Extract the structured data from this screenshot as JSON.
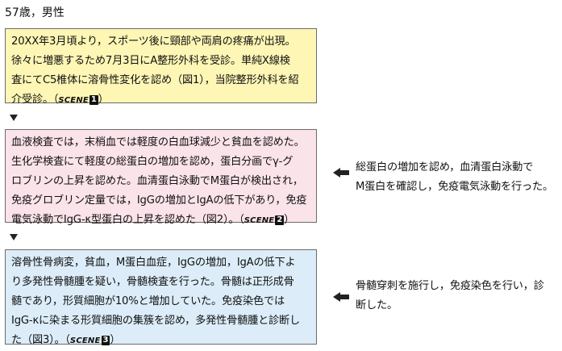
{
  "header": {
    "patient": "57歳，男性"
  },
  "colors": {
    "box1": "#fdf6b5",
    "box2": "#fbe3ea",
    "box3": "#dcedf9"
  },
  "boxes": [
    {
      "lines": [
        "20XX年3月頃より，スポーツ後に頸部や両肩の疼痛が出現。",
        "徐々に増悪するため7月3日にA整形外科を受診。単純X線検",
        "査にてC5椎体に溶骨性変化を認め（図1），当院整形外科を紹",
        "介受診。（"
      ],
      "scene_label": "SCENE",
      "scene_num": "1",
      "tail": "）"
    },
    {
      "lines": [
        "血液検査では，末梢血では軽度の白血球減少と貧血を認めた。",
        "生化学検査にて軽度の総蛋白の増加を認め，蛋白分画でγ-グ",
        "ロブリンの上昇を認めた。血清蛋白泳動でM蛋白が検出され，",
        "免疫グロブリン定量では，IgGの増加とIgAの低下があり，免疫",
        "電気泳動でIgG-κ型蛋白の上昇を認めた（図2）。（"
      ],
      "scene_label": "SCENE",
      "scene_num": "2",
      "tail": "）"
    },
    {
      "lines": [
        "溶骨性骨病変，貧血，M蛋白血症，IgGの増加，IgAの低下よ",
        "り多発性骨髄腫を疑い，骨髄検査を行った。骨髄は正形成骨",
        "髄であり，形質細胞が10%と増加していた。免疫染色では",
        "IgG-κに染まる形質細胞の集簇を認め，多発性骨髄腫と診断し",
        "た（図3）。（"
      ],
      "scene_label": "SCENE",
      "scene_num": "3",
      "tail": "）"
    }
  ],
  "notes": [
    {
      "lines": [
        "総蛋白の増加を認め，血清蛋白泳動で",
        "M蛋白を確認し，免疫電気泳動を行った。"
      ]
    },
    {
      "lines": [
        "骨髄穿刺を施行し，免疫染色を行い，診",
        "断した。"
      ]
    }
  ]
}
